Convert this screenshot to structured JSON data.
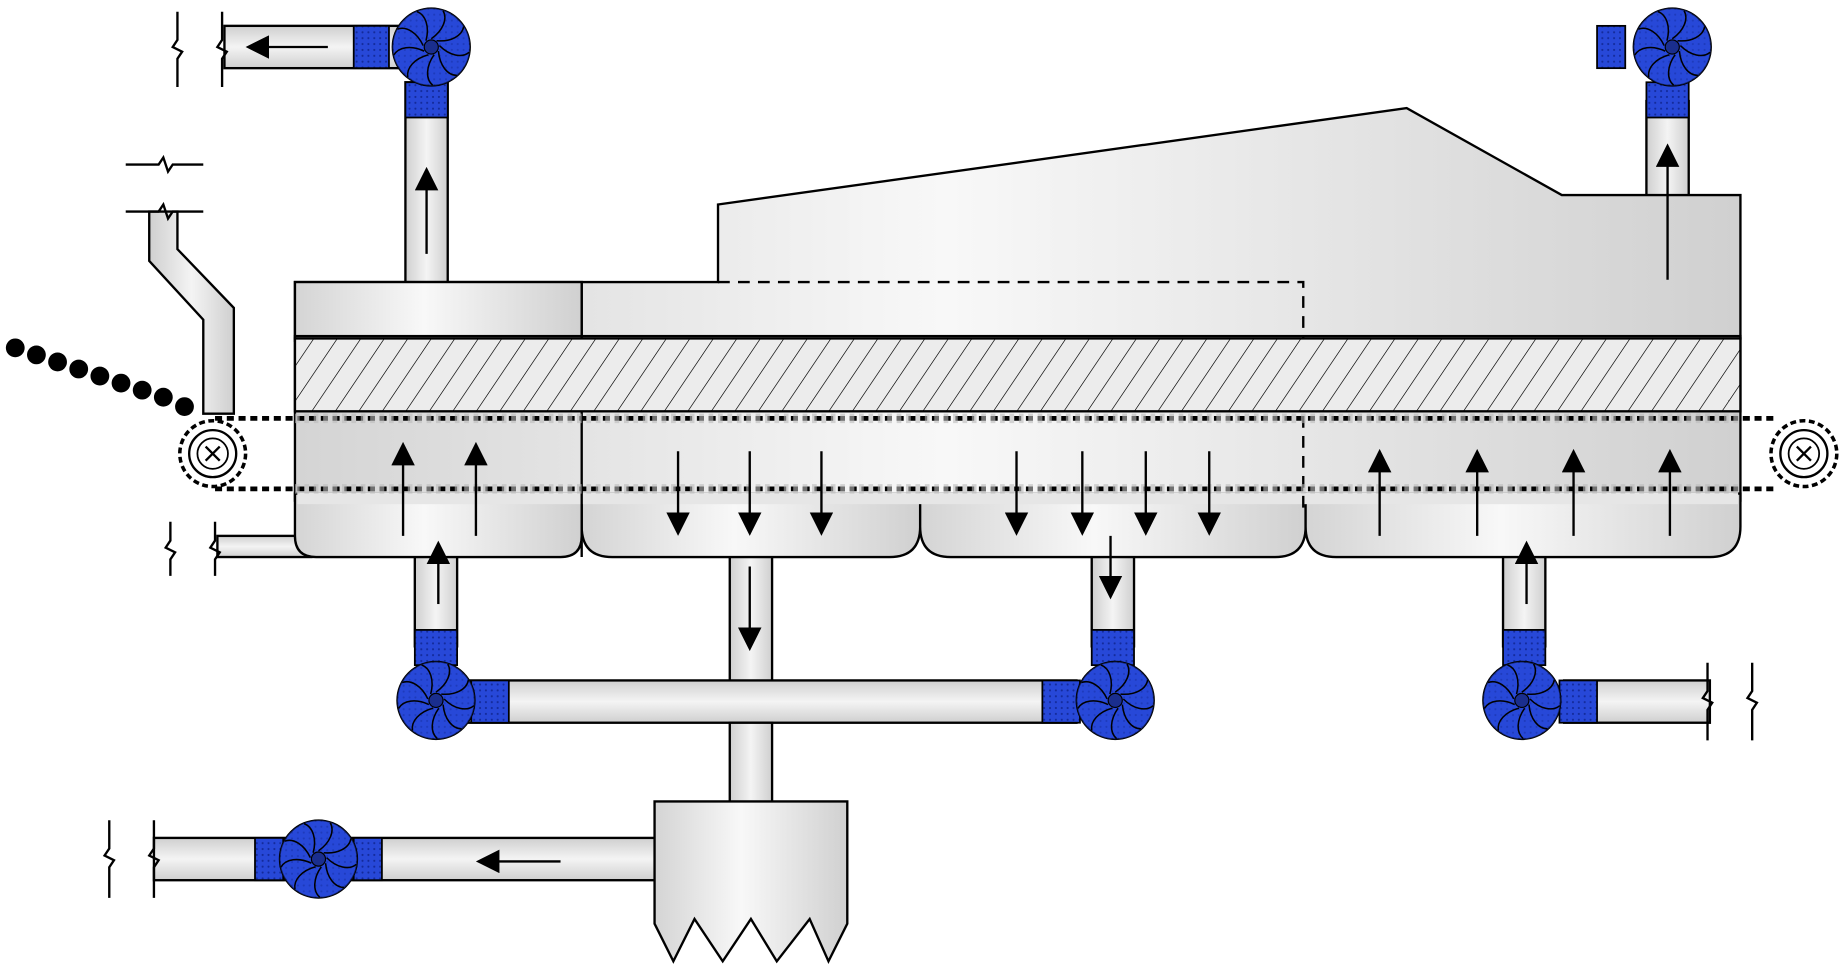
{
  "diagram": {
    "type": "conveyor-dryer-process-schematic",
    "colors": {
      "duct_fill": "#dcdcdc",
      "duct_highlight": "#f6f6f6",
      "fan_blue": "#2748d8",
      "fan_dark": "#1a2e8e",
      "outline": "#000000",
      "background": "#ffffff"
    },
    "fans": [
      {
        "name": "top-left-exhaust-fan",
        "icon": "centrifugal-fan-icon"
      },
      {
        "name": "top-right-exhaust-fan",
        "icon": "centrifugal-fan-icon"
      },
      {
        "name": "zone1-supply-fan",
        "icon": "centrifugal-fan-icon"
      },
      {
        "name": "zone3-recirculation-fan",
        "icon": "centrifugal-fan-icon"
      },
      {
        "name": "zone4-supply-fan",
        "icon": "centrifugal-fan-icon"
      },
      {
        "name": "bottom-left-exhaust-fan",
        "icon": "centrifugal-fan-icon"
      }
    ],
    "rollers": [
      {
        "name": "infeed-roller",
        "icon": "roller-pulley-icon"
      },
      {
        "name": "discharge-roller",
        "icon": "roller-pulley-icon"
      }
    ],
    "airflow": {
      "zone1": "up",
      "zone2": "down",
      "zone3": "down",
      "zone4": "up",
      "top_left_duct": "up",
      "top_right_duct": "up",
      "top_exhaust": "left",
      "bottom_exhaust": "left"
    }
  }
}
